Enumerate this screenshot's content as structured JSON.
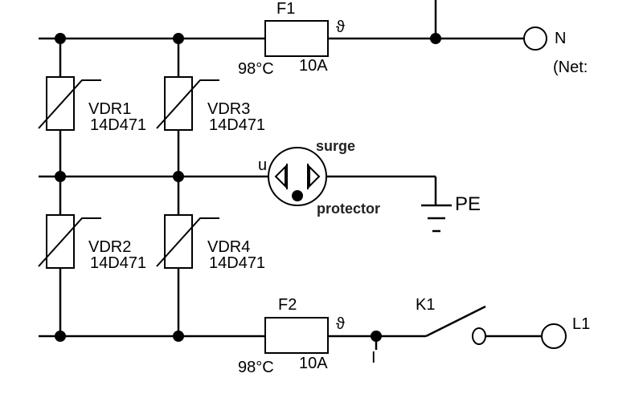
{
  "labels": {
    "f1": "F1",
    "f1_temp": "98°C",
    "f1_rating": "10A",
    "f1_thermal": "ϑ",
    "f2": "F2",
    "f2_temp": "98°C",
    "f2_rating": "10A",
    "f2_thermal": "ϑ",
    "n": "N",
    "net": "(Net:",
    "l1": "L1",
    "k1": "K1",
    "pe": "PE",
    "surge": "surge",
    "protector": "protector",
    "u": "u",
    "i": "I",
    "vdr1": "VDR1",
    "vdr1_part": "14D471",
    "vdr2": "VDR2",
    "vdr2_part": "14D471",
    "vdr3": "VDR3",
    "vdr3_part": "14D471",
    "vdr4": "VDR4",
    "vdr4_part": "14D471"
  }
}
